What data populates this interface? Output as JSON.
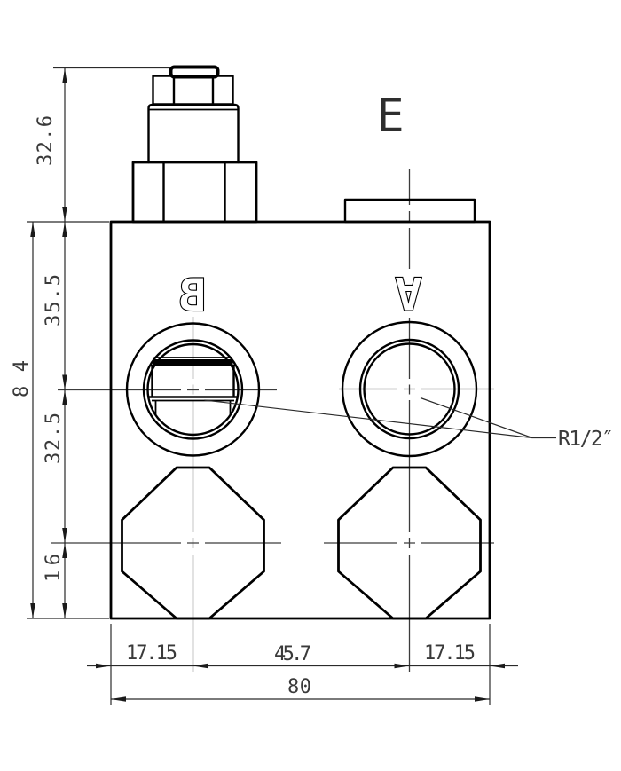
{
  "drawing": {
    "view_label": "E",
    "port_labels": {
      "left_port": "B",
      "right_port": "A"
    },
    "thread_callout": "R1/2″",
    "dimensions": {
      "cartridge_height": "32.6",
      "body_height_total": "84",
      "port_center_from_top": "35.5",
      "octagon_center_from_port": "32.5",
      "octagon_center_from_bottom": "16",
      "port_b_from_left": "17.15",
      "port_spacing": "45.7",
      "port_a_from_right": "17.15",
      "body_width_total": "80"
    },
    "colors": {
      "background": "#ffffff",
      "line": "#000000",
      "dim_text": "#3a3a3a"
    }
  }
}
